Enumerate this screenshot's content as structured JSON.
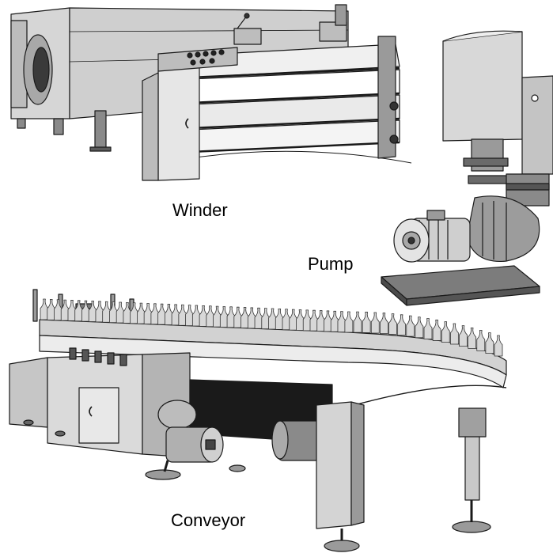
{
  "labels": {
    "winder": "Winder",
    "pump": "Pump",
    "conveyor": "Conveyor"
  },
  "colors": {
    "outline": "#1a1a1a",
    "light": "#eeeeee",
    "mid": "#c8c8c8",
    "dark": "#8a8a8a",
    "shadow": "#2a2a2a",
    "background": "#ffffff"
  },
  "conveyor": {
    "bottle_count": 62
  }
}
